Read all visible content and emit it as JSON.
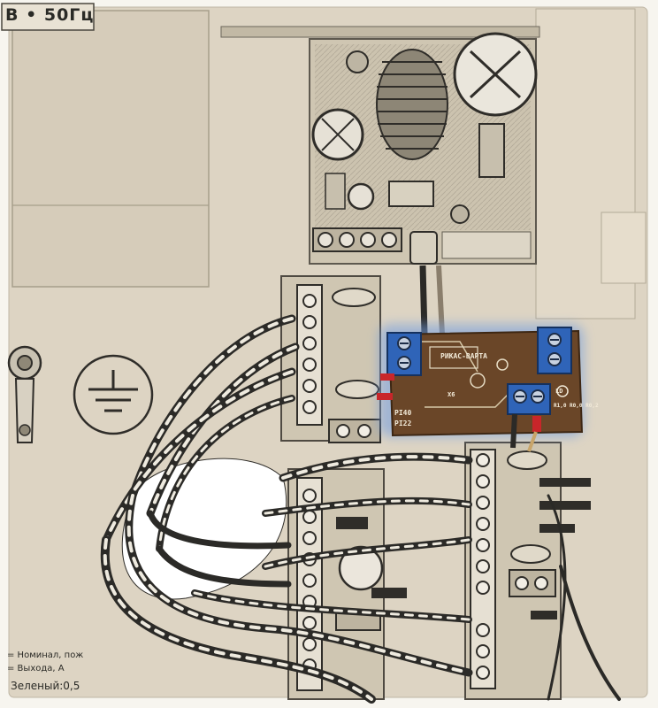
{
  "texts": {
    "top_label": "В • 50Гц",
    "legend_line_1": "= Номинал, пож",
    "legend_line_2": "= Выхода, А",
    "bottom_label": "Зеленый:0,5",
    "pcb_brand": "РИКАС-ВАРТА",
    "pcb_label_a": "PI40",
    "pcb_label_b": "PI22",
    "pcb_label_c": "X6",
    "pcb_label_d": "R1,0 R0,0 R0,2",
    "pcb_label_e": "LD"
  },
  "colors": {
    "background_panel": "#ddd4c3",
    "outer_frame": "#ffffff",
    "pcb": "#6a4628",
    "terminal_block": "#2f64b8",
    "wire_dark": "#2b2a27",
    "wire_light": "#eeeadf",
    "red_lead": "#c8262a",
    "glow": "#6f9be0"
  }
}
